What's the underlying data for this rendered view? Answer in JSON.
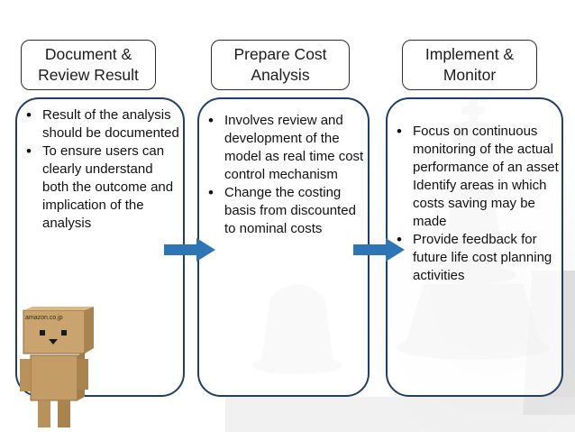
{
  "headers": [
    "Document & Review Result",
    "Prepare Cost Analysis",
    "Implement & Monitor"
  ],
  "panels": {
    "document": [
      "Result of the analysis should be documented",
      "To ensure users can clearly understand both the outcome and implication of the analysis"
    ],
    "prepare": [
      "Involves review and development of the model as real time cost control mechanism",
      "Change the costing basis from discounted to nominal costs"
    ],
    "implement": {
      "item1": "Focus on continuous monitoring of the actual performance of an asset",
      "item1_cont": "Identify areas in which costs saving may be made",
      "item2": "Provide feedback for future life cost planning activities"
    }
  },
  "box_label": "amazon.co.jp",
  "colors": {
    "arrow": "#2e75b6",
    "panel_border": "#1f3f66",
    "header_border": "#2d2d2d"
  }
}
